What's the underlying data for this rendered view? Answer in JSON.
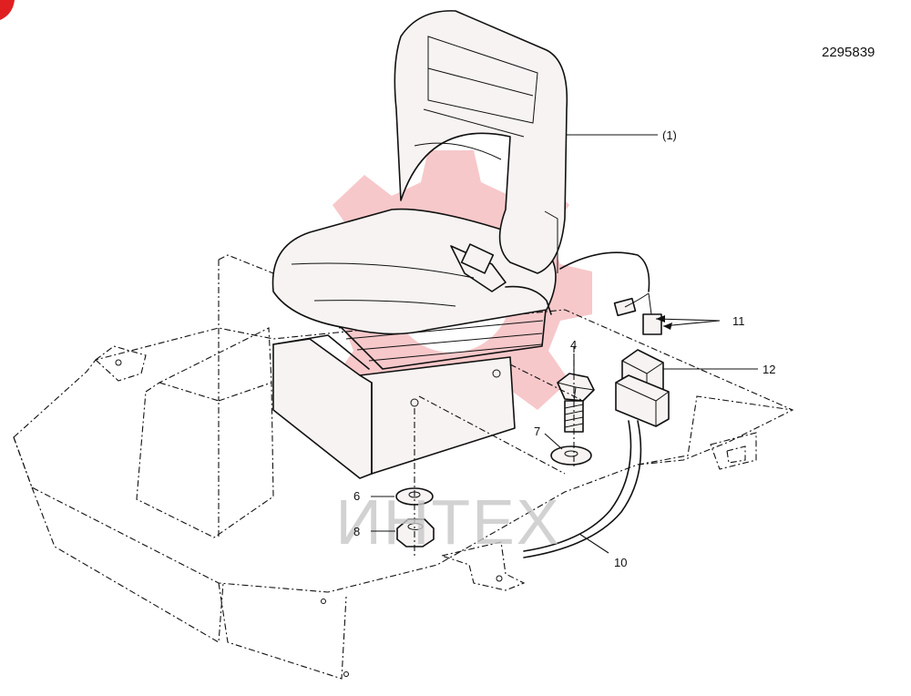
{
  "drawing_number": "2295839",
  "watermark": {
    "text": "ИНТЕХ",
    "gear_color": "#f4b6b8",
    "text_color": "#c8c8c8"
  },
  "callouts": {
    "seat": "(1)",
    "bolt": "4",
    "washer_lower": "6",
    "washer_bolt": "7",
    "nut": "8",
    "harness": "10",
    "connectors": "11",
    "relay": "12"
  },
  "corner_mark_color": "#e02020"
}
